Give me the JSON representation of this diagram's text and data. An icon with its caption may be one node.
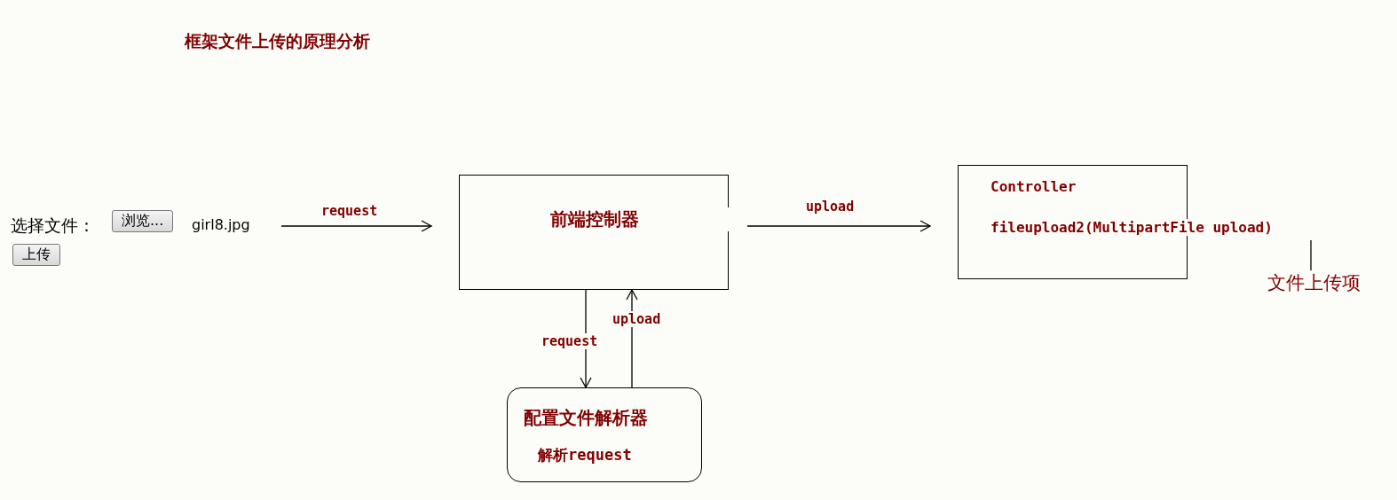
{
  "diagram": {
    "title": "框架文件上传的原理分析",
    "nodes": [
      {
        "text": [
          "前端控制器"
        ]
      },
      {
        "text": [
          "Controller",
          "fileupload2(MultipartFile upload)"
        ]
      },
      {
        "text": [
          "配置文件解析器",
          "解析request"
        ]
      },
      {
        "text": [
          "文件上传项"
        ]
      }
    ],
    "edges": [
      {
        "from": null,
        "to": 0,
        "arrow": "to",
        "label": "request"
      },
      {
        "from": 0,
        "to": 1,
        "arrow": "to",
        "label": "upload"
      },
      {
        "from": 0,
        "to": 2,
        "arrow": "to",
        "label": "request"
      },
      {
        "from": 2,
        "to": 0,
        "arrow": "to",
        "label": "upload"
      },
      {
        "from": 3,
        "to": null,
        "arrow": "none"
      }
    ],
    "labels": [
      "选择文件：",
      "浏览...",
      "girl8.jpg",
      "上传"
    ]
  }
}
